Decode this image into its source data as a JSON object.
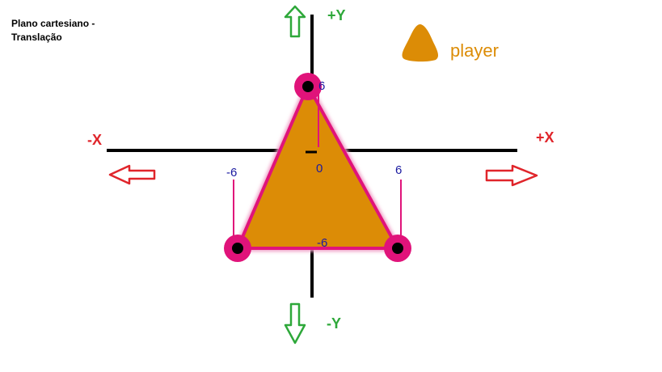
{
  "title": {
    "line1": "Plano cartesiano -",
    "line2": "Translação"
  },
  "axes": {
    "x_positive": "+X",
    "x_negative": "-X",
    "y_positive": "+Y",
    "y_negative": "-Y"
  },
  "ticks": {
    "x_neg": "-6",
    "x_pos": "6",
    "origin": "0",
    "y_pos": "6",
    "y_neg": "-6"
  },
  "legend": {
    "label": "player"
  },
  "player": {
    "vertices": [
      [
        0,
        6
      ],
      [
        -6,
        -6
      ],
      [
        6,
        -6
      ]
    ]
  },
  "colors": {
    "axis": "#000000",
    "x_arrows": "#e0252b",
    "y_arrows": "#2ea83a",
    "player_fill": "#dc8c06",
    "player_outline": "#e0137a",
    "vertex_marker": "#000000",
    "tick_text": "#1a1aa0"
  }
}
